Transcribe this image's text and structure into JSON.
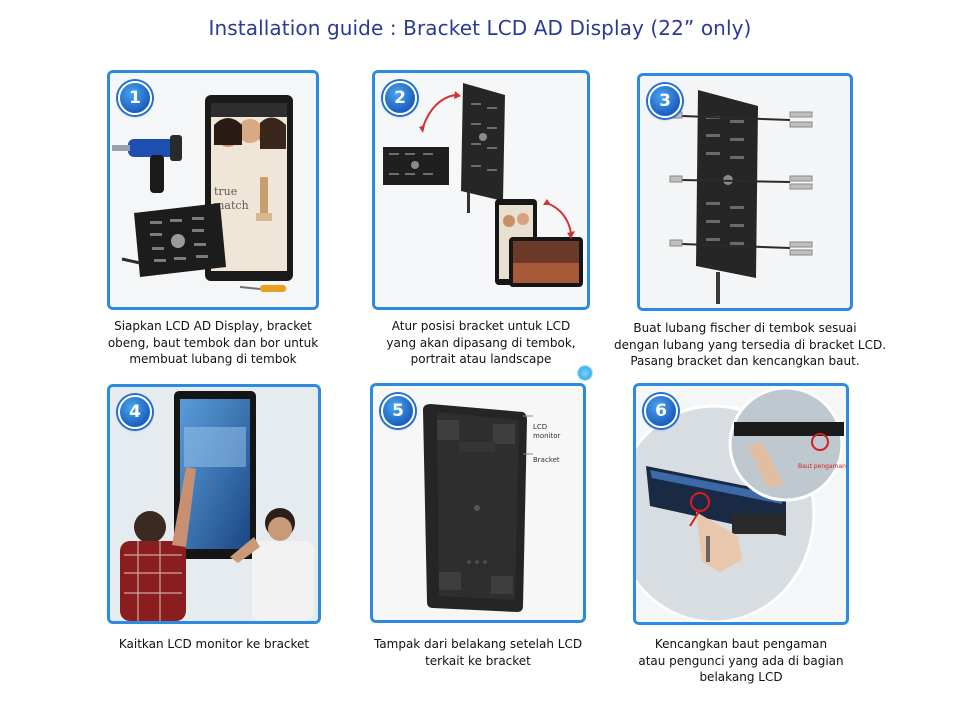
{
  "title": "Installation guide : Bracket LCD AD Display (22” only)",
  "colors": {
    "panel_border": "#2c8be0",
    "title": "#2a3a96",
    "badge": "#1e6fd0"
  },
  "steps": [
    {
      "number": "1",
      "caption": [
        "Siapkan LCD AD Display, bracket",
        "obeng, baut tembok dan bor untuk",
        "membuat lubang di tembok"
      ],
      "labels": []
    },
    {
      "number": "2",
      "caption": [
        "Atur posisi bracket untuk LCD",
        "yang akan dipasang di tembok,",
        "portrait atau landscape"
      ],
      "labels": []
    },
    {
      "number": "3",
      "caption": [
        "Buat lubang fischer di tembok sesuai",
        "dengan lubang yang tersedia di bracket LCD.",
        "Pasang bracket dan kencangkan baut."
      ],
      "labels": []
    },
    {
      "number": "4",
      "caption": [
        "Kaitkan LCD monitor ke bracket"
      ],
      "labels": []
    },
    {
      "number": "5",
      "caption": [
        "Tampak dari belakang setelah LCD",
        "terkait ke bracket"
      ],
      "labels": [
        "LCD",
        "monitor",
        "Bracket"
      ]
    },
    {
      "number": "6",
      "caption": [
        "Kencangkan baut pengaman",
        "atau pengunci yang ada di bagian",
        "belakang LCD"
      ],
      "labels": []
    }
  ]
}
